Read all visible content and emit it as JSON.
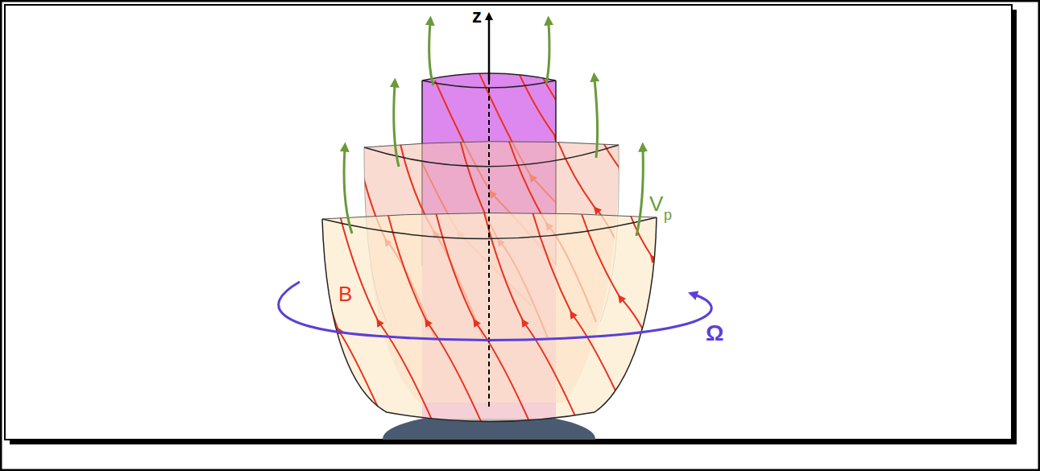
{
  "diagram": {
    "labels": [
      "z",
      "B",
      "V",
      "p",
      "Ω"
    ]
  }
}
